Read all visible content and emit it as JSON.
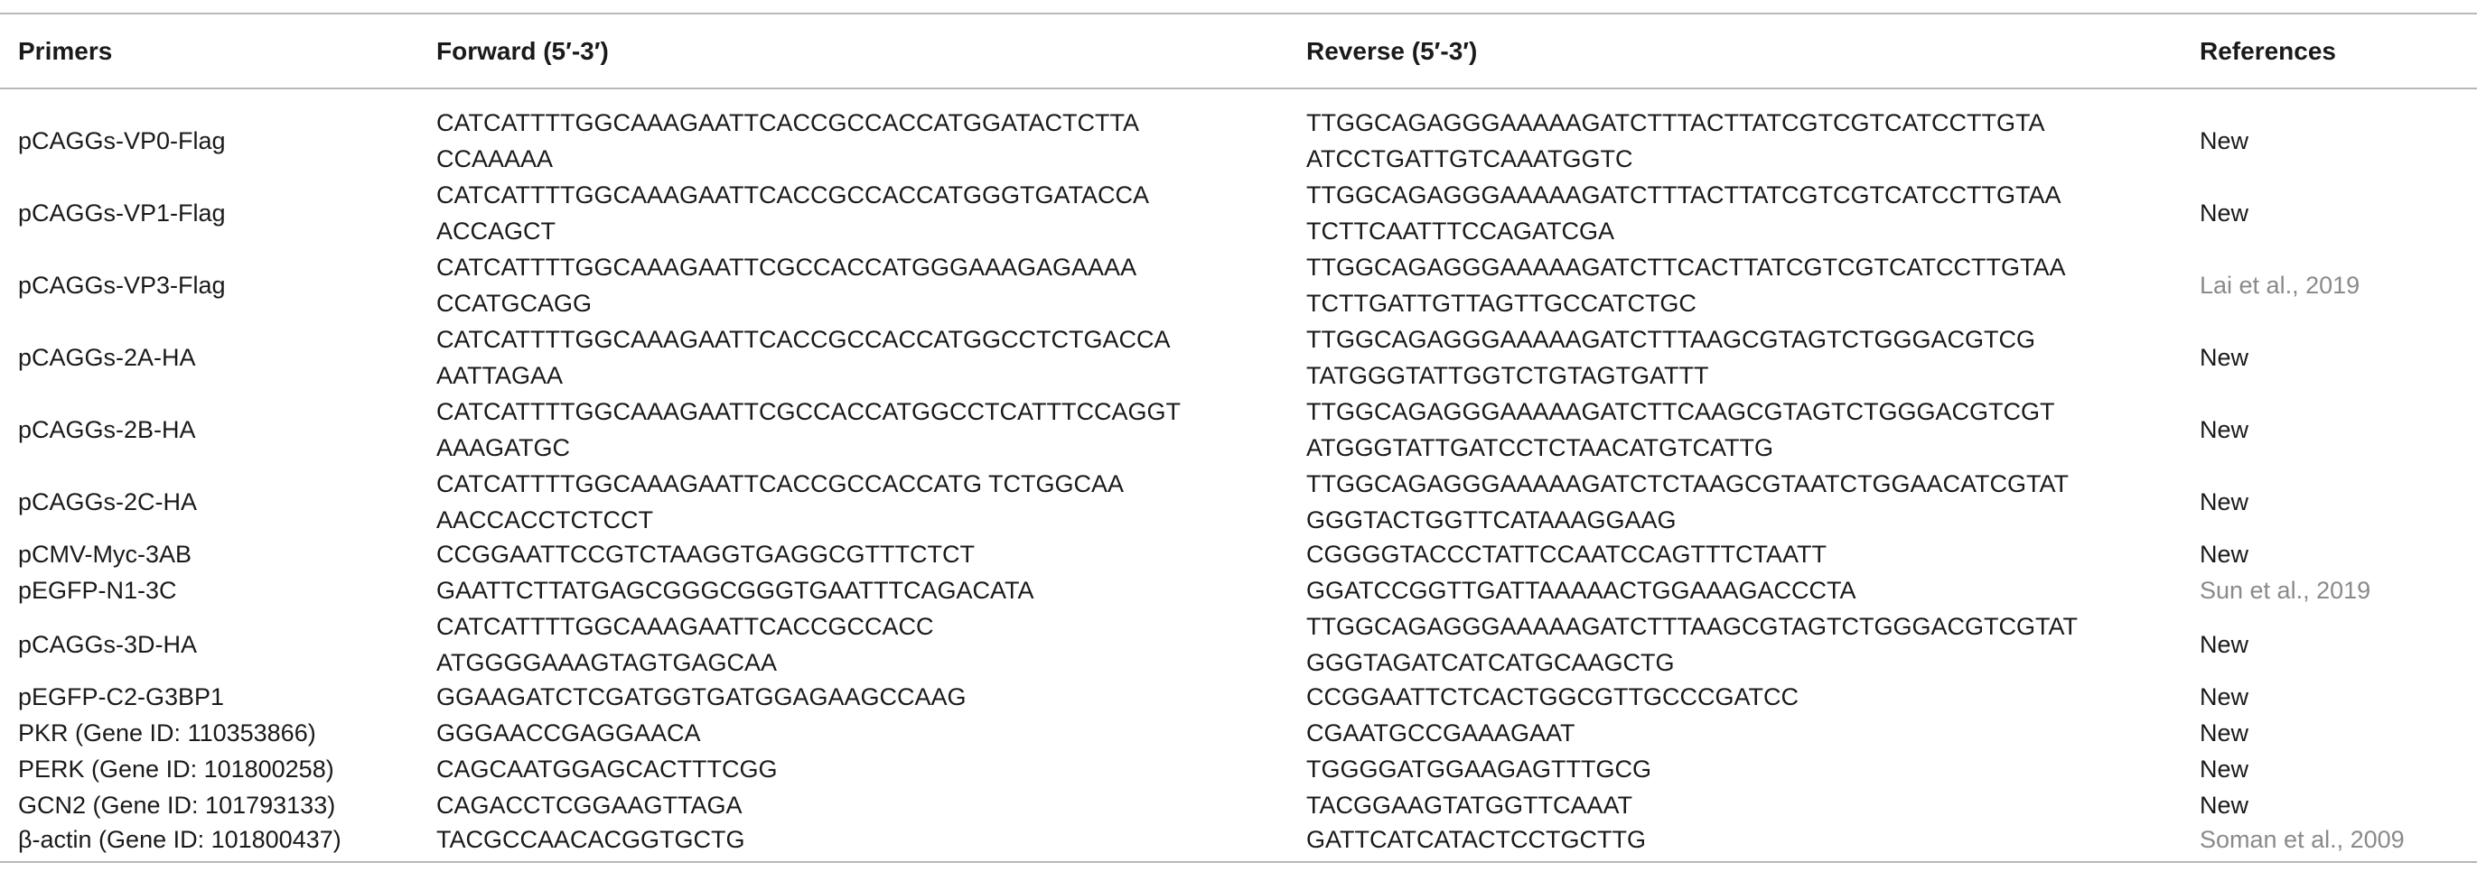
{
  "headers": {
    "primers": "Primers",
    "forward": "Forward (5′-3′)",
    "reverse": "Reverse (5′-3′)",
    "references": "References"
  },
  "rows": [
    {
      "primer": "pCAGGs-VP0-Flag",
      "forward": [
        "CATCATTTTGGCAAAGAATTCACCGCCACCATGGATACTCTTA",
        "CCAAAAA"
      ],
      "reverse": [
        "TTGGCAGAGGGAAAAAGATCTTTACTTATCGTCGTCATCCTTGTA",
        "ATCCTGATTGTCAAATGGTC"
      ],
      "reference": "New"
    },
    {
      "primer": "pCAGGs-VP1-Flag",
      "forward": [
        "CATCATTTTGGCAAAGAATTCACCGCCACCATGGGTGATACCA",
        "ACCAGCT"
      ],
      "reverse": [
        "TTGGCAGAGGGAAAAAGATCTTTACTTATCGTCGTCATCCTTGTAA",
        "TCTTCAATTTCCAGATCGA"
      ],
      "reference": "New"
    },
    {
      "primer": "pCAGGs-VP3-Flag",
      "forward": [
        "CATCATTTTGGCAAAGAATTCGCCACCATGGGAAAGAGAAAA",
        "CCATGCAGG"
      ],
      "reverse": [
        "TTGGCAGAGGGAAAAAGATCTTCACTTATCGTCGTCATCCTTGTAA",
        "TCTTGATTGTTAGTTGCCATCTGC"
      ],
      "reference": "Lai et al., 2019"
    },
    {
      "primer": "pCAGGs-2A-HA",
      "forward": [
        "CATCATTTTGGCAAAGAATTCACCGCCACCATGGCCTCTGACCA",
        "AATTAGAA"
      ],
      "reverse": [
        "TTGGCAGAGGGAAAAAGATCTTTAAGCGTAGTCTGGGACGTCG",
        "TATGGGTATTGGTCTGTAGTGATTT"
      ],
      "reference": "New"
    },
    {
      "primer": "pCAGGs-2B-HA",
      "forward": [
        "CATCATTTTGGCAAAGAATTCGCCACCATGGCCTCATTTCCAGGT",
        "AAAGATGC"
      ],
      "reverse": [
        "TTGGCAGAGGGAAAAAGATCTTCAAGCGTAGTCTGGGACGTCGT",
        "ATGGGTATTGATCCTCTAACATGTCATTG"
      ],
      "reference": "New"
    },
    {
      "primer": "pCAGGs-2C-HA",
      "forward": [
        "CATCATTTTGGCAAAGAATTCACCGCCACCATG TCTGGCAA",
        "AACCACCTCTCCT"
      ],
      "reverse": [
        "TTGGCAGAGGGAAAAAGATCTCTAAGCGTAATCTGGAACATCGTAT",
        "GGGTACTGGTTCATAAAGGAAG"
      ],
      "reference": "New"
    },
    {
      "primer": "pCMV-Myc-3AB",
      "forward": [
        "CCGGAATTCCGTCTAAGGTGAGGCGTTTCTCT"
      ],
      "reverse": [
        "CGGGGTACCCTATTCCAATCCAGTTTCTAATT"
      ],
      "reference": "New"
    },
    {
      "primer": "pEGFP-N1-3C",
      "forward": [
        "GAATTCTTATGAGCGGGCGGGTGAATTTCAGACATA"
      ],
      "reverse": [
        "GGATCCGGTTGATTAAAAACTGGAAAGACCCTA"
      ],
      "reference": "Sun et al., 2019"
    },
    {
      "primer": "pCAGGs-3D-HA",
      "forward": [
        "CATCATTTTGGCAAAGAATTCACCGCCACC",
        "ATGGGGAAAGTAGTGAGCAA"
      ],
      "reverse": [
        "TTGGCAGAGGGAAAAAGATCTTTAAGCGTAGTCTGGGACGTCGTAT",
        "GGGTAGATCATCATGCAAGCTG"
      ],
      "reference": "New"
    },
    {
      "primer": "pEGFP-C2-G3BP1",
      "forward": [
        "GGAAGATCTCGATGGTGATGGAGAAGCCAAG"
      ],
      "reverse": [
        "CCGGAATTCTCACTGGCGTTGCCCGATCC"
      ],
      "reference": "New"
    },
    {
      "primer": "PKR (Gene ID: 110353866)",
      "forward": [
        "GGGAACCGAGGAACA"
      ],
      "reverse": [
        "CGAATGCCGAAAGAAT"
      ],
      "reference": "New"
    },
    {
      "primer": "PERK (Gene ID: 101800258)",
      "forward": [
        "CAGCAATGGAGCACTTTCGG"
      ],
      "reverse": [
        "TGGGGATGGAAGAGTTTGCG"
      ],
      "reference": "New"
    },
    {
      "primer": "GCN2 (Gene ID: 101793133)",
      "forward": [
        "CAGACCTCGGAAGTTAGA"
      ],
      "reverse": [
        "TACGGAAGTATGGTTCAAAT"
      ],
      "reference": "New"
    },
    {
      "primer": "β-actin (Gene ID: 101800437)",
      "forward": [
        "TACGCCAACACGGTGCTG"
      ],
      "reverse": [
        "GATTCATCATACTCCTGCTTG"
      ],
      "reference": "Soman et al., 2009"
    }
  ]
}
